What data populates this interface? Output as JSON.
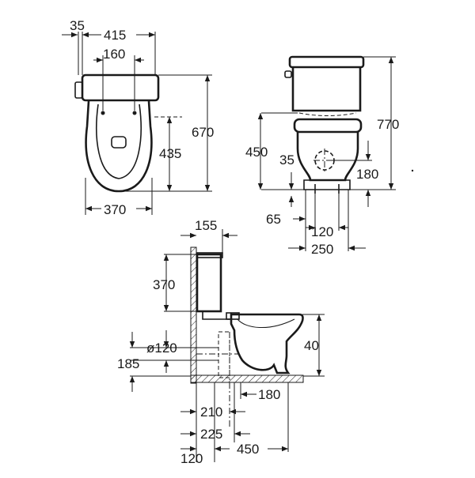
{
  "top_view": {
    "dim_overhang": "35",
    "dim_total_width": "415",
    "dim_bolt_spacing": "160",
    "dim_total_depth": "670",
    "dim_bowl_depth": "435",
    "dim_bowl_width": "370"
  },
  "front_view": {
    "dim_height": "770",
    "dim_seat_height": "450",
    "dim_pipe_offset": "35",
    "dim_outlet_height": "180",
    "dim_left": "65",
    "dim_fixing_spacing": "120",
    "dim_base_width": "250"
  },
  "side_view": {
    "dim_tank_depth": "155",
    "dim_tank_height": "370",
    "dim_inlet_diameter": "ø120",
    "dim_bowl_height": "40",
    "dim_floor_height": "185",
    "dim_outlet_offset": "180",
    "dim_210": "210",
    "dim_225": "225",
    "dim_120": "120",
    "dim_450": "450"
  }
}
